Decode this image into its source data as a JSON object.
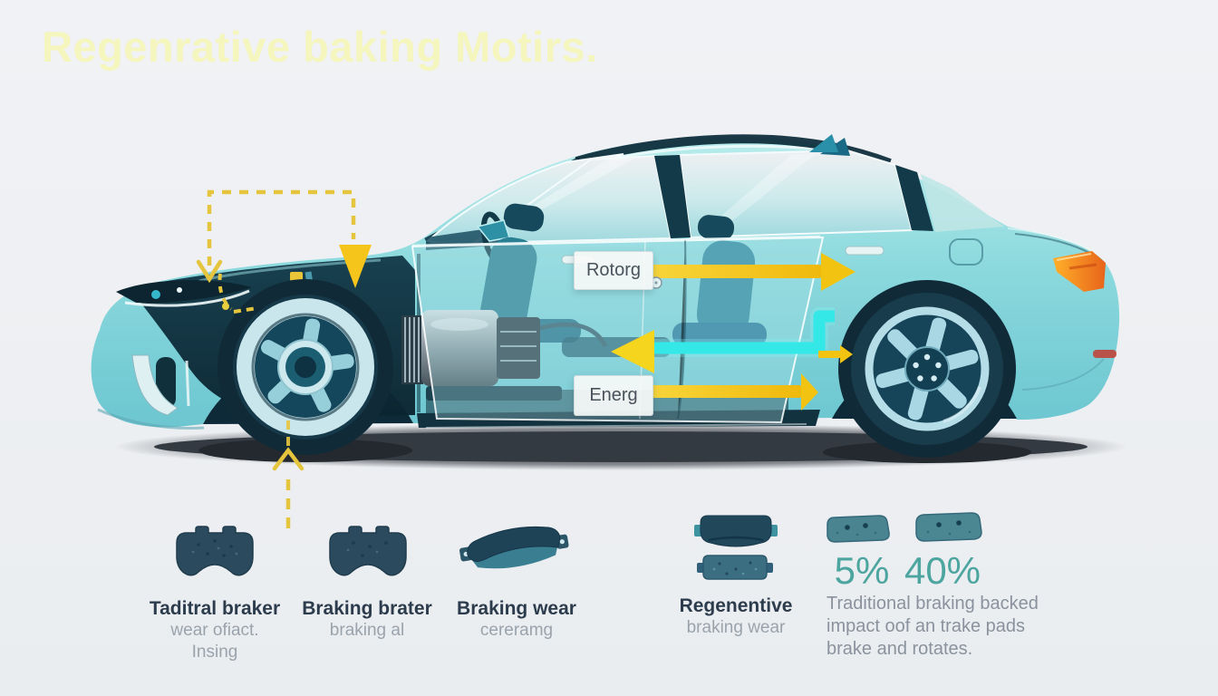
{
  "title": "Regenrative baking Motirs.",
  "diagram": {
    "flow_labels": {
      "rotor": "Rotorg",
      "energy": "Energ"
    }
  },
  "legend": {
    "items": [
      {
        "title": "Taditral braker",
        "line2": "wear ofiact.",
        "line3": "Insing"
      },
      {
        "title": "Braking brater",
        "line2": "braking al"
      },
      {
        "title": "Braking wear",
        "line2": "cereramg"
      },
      {
        "title": "Regenentive",
        "line2": "braking wear"
      }
    ],
    "stats": {
      "value_small": "5%",
      "value_large": "40%"
    },
    "caption": {
      "line1": "Traditional braking backed",
      "line2": "impact oof an trake pads",
      "line3": "brake and rotates."
    }
  },
  "colors": {
    "background": "#edeff2",
    "car_body_teal": "#8fdce0",
    "dark_navy": "#10303f",
    "accent_yellow": "#f5c41c",
    "accent_cyan": "#38e6e6",
    "title_pale_yellow": "#f5f5be",
    "stat_teal": "#4da5a0",
    "tail_light_orange": "#f28a1e",
    "brake_pad_dark": "#2b4a5d",
    "brake_pad_teal": "#4a8490"
  },
  "icons": {
    "rotor_badge": "small-circle-icon",
    "flow_right": "arrow-right-icon",
    "flow_left": "arrow-left-icon",
    "flow_down": "arrow-down-icon",
    "flow_up": "arrow-up-icon"
  }
}
